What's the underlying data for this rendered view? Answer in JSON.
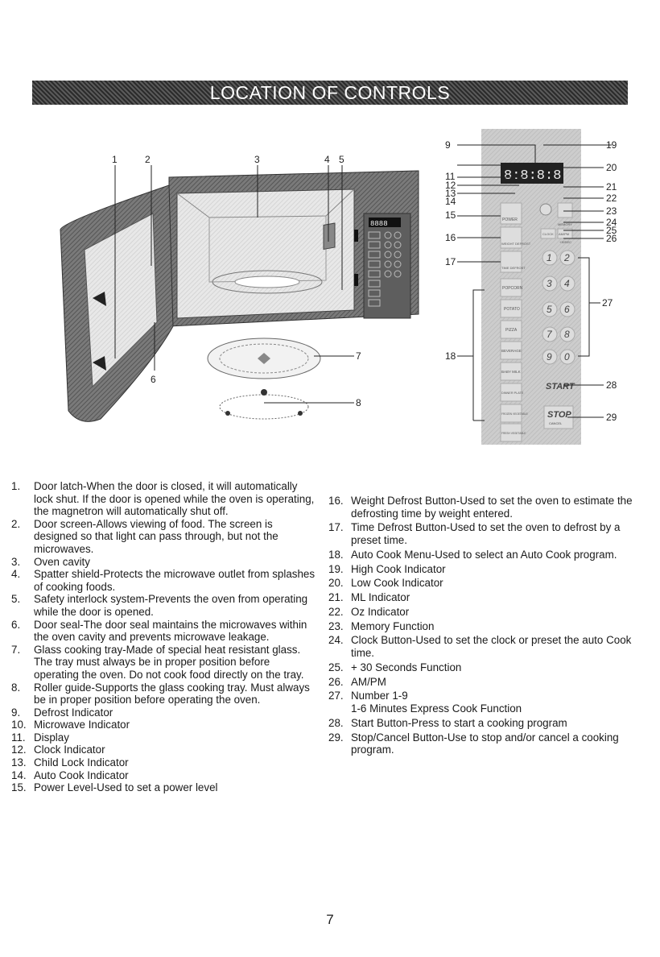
{
  "header": {
    "title": "LOCATION OF CONTROLS"
  },
  "diagram": {
    "callouts": [
      "1",
      "2",
      "3",
      "4",
      "5",
      "6",
      "7",
      "8",
      "9",
      "11",
      "12",
      "13",
      "14",
      "15",
      "16",
      "17",
      "18",
      "19",
      "20",
      "21",
      "22",
      "23",
      "24",
      "25",
      "26",
      "27",
      "28",
      "29"
    ],
    "display_text": "8:8:8:8",
    "oven_display_text": "8888",
    "panel_buttons": {
      "power": "POWER",
      "weight_defrost": "WEIGHT DEFROST",
      "time_defrost": "TIME DEFROST",
      "popcorn": "POPCORN",
      "potato": "POTATO",
      "pizza": "PIZZA",
      "beverage": "BEVERAGE",
      "baby_milk": "BABY MILK",
      "dinner_plate": "DINNER PLATE",
      "frozen_vegetable": "FROZEN VEGETABLE",
      "fresh_vegetable": "FRESH VEGETABLE",
      "memory": "MEMORY",
      "clock": "CLOCK",
      "am_pm": "AM/PM",
      "plus30": "+30SEC",
      "start": "START",
      "stop": "STOP",
      "cancel": "CANCEL",
      "numbers": [
        "1",
        "2",
        "3",
        "4",
        "5",
        "6",
        "7",
        "8",
        "9",
        "0"
      ]
    }
  },
  "left_items": [
    {
      "n": "1.",
      "text": "Door latch-When the door is closed, it will automatically lock shut. If the door is opened while the oven is operating, the magnetron will automatically shut off."
    },
    {
      "n": "2.",
      "text": "Door screen-Allows viewing of food. The screen is designed so that light can pass through, but not the microwaves."
    },
    {
      "n": "3.",
      "text": "Oven cavity"
    },
    {
      "n": "4.",
      "text": "Spatter shield-Protects the microwave outlet from splashes of cooking foods."
    },
    {
      "n": "5.",
      "text": "Safety interlock system-Prevents the oven from operating while the door is opened."
    },
    {
      "n": "6.",
      "text": "Door seal-The door seal maintains the microwaves within the oven cavity and prevents microwave leakage."
    },
    {
      "n": "7.",
      "text": "Glass cooking tray-Made of special heat resistant glass. The tray must always be in proper position before operating the oven. Do not cook food directly on the tray."
    },
    {
      "n": "8.",
      "text": "Roller guide-Supports the glass cooking tray. Must always be in proper position before operating the oven."
    },
    {
      "n": "9.",
      "text": "Defrost Indicator"
    },
    {
      "n": "10.",
      "text": "Microwave Indicator"
    },
    {
      "n": "11.",
      "text": "Display"
    },
    {
      "n": "12.",
      "text": "Clock Indicator"
    },
    {
      "n": "13.",
      "text": "Child Lock Indicator"
    },
    {
      "n": "14.",
      "text": "Auto Cook Indicator"
    },
    {
      "n": "15.",
      "text": "Power Level-Used to set a power level"
    }
  ],
  "right_items": [
    {
      "n": "16.",
      "text": "Weight Defrost Button-Used to set the oven to estimate the defrosting time by weight entered."
    },
    {
      "n": "17.",
      "text": "Time Defrost Button-Used to set the oven to defrost by a preset time."
    },
    {
      "n": "18.",
      "text": "Auto Cook Menu-Used to select an Auto Cook program."
    },
    {
      "n": "19.",
      "text": "High Cook Indicator"
    },
    {
      "n": "20.",
      "text": "Low Cook Indicator"
    },
    {
      "n": "21.",
      "text": "ML Indicator"
    },
    {
      "n": "22.",
      "text": "Oz Indicator"
    },
    {
      "n": "23.",
      "text": "Memory Function"
    },
    {
      "n": "24.",
      "text": "Clock Button-Used to set the clock or preset the auto Cook time."
    },
    {
      "n": "25.",
      "text": "+ 30 Seconds Function"
    },
    {
      "n": "26.",
      "text": "AM/PM"
    },
    {
      "n": "27.",
      "text": "Number 1-9\n1-6 Minutes Express Cook Function"
    },
    {
      "n": "28.",
      "text": "Start Button-Press to start a cooking program"
    },
    {
      "n": "29.",
      "text": "Stop/Cancel Button-Use to stop and/or cancel a cooking program."
    }
  ],
  "footer": {
    "page_number": "7"
  }
}
